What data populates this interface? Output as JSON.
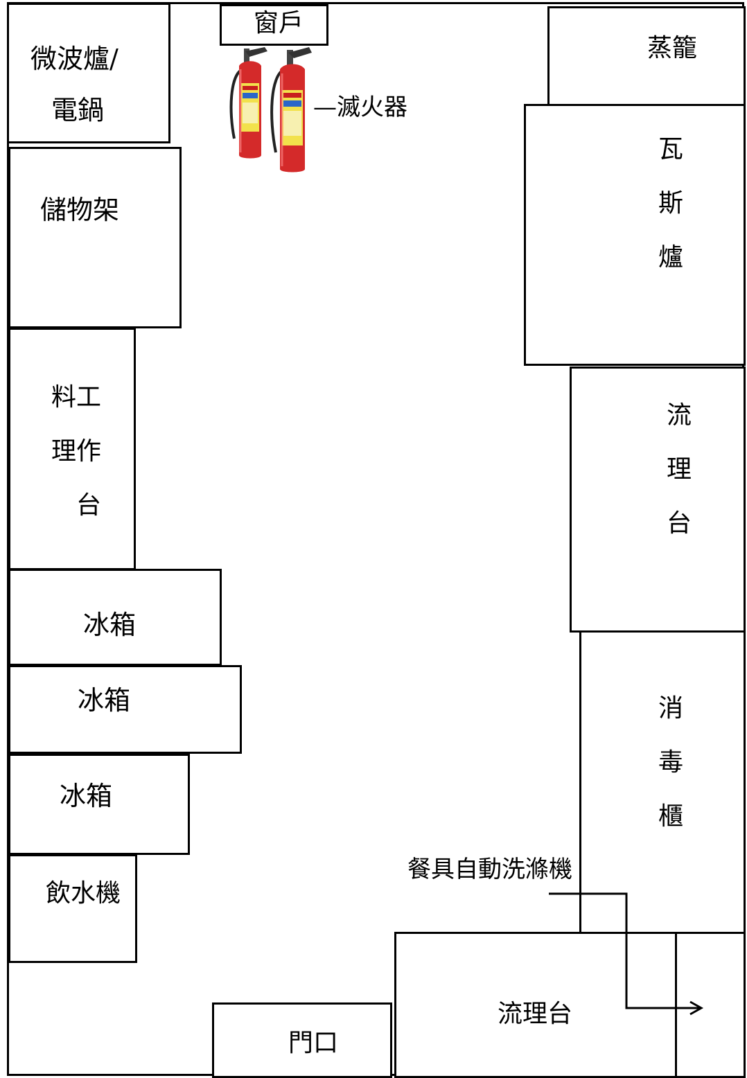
{
  "diagram": {
    "window": "窗戶",
    "microwave": [
      "微波爐/",
      "電鍋"
    ],
    "shelf": "儲物架",
    "prep_counter": [
      "料工",
      "理作",
      "台"
    ],
    "fridge_1": "冰箱",
    "fridge_2": "冰箱",
    "fridge_3": "冰箱",
    "water_dispenser": "飲水機",
    "steamer": "蒸籠",
    "gas_stove": [
      "瓦",
      "斯",
      "爐"
    ],
    "sink_right": [
      "流",
      "理",
      "台"
    ],
    "sterilizer": [
      "消",
      "毒",
      "櫃"
    ],
    "dishwasher": "餐具自動洗滌機",
    "sink_bottom": "流理台",
    "door": "門口",
    "extinguisher": "—滅火器"
  },
  "colors": {
    "line": "#000000",
    "extinguisher_red": "#d42a2a",
    "extinguisher_label": "#f2e14c"
  },
  "icons": {
    "extinguisher": "fire-extinguisher-icon",
    "arrow": "arrow-right-icon"
  }
}
